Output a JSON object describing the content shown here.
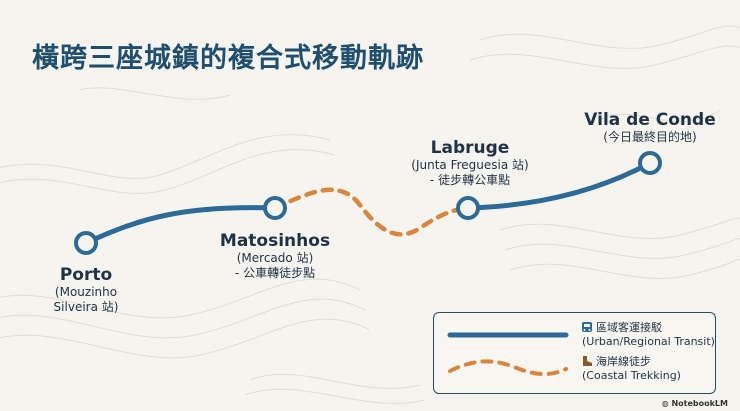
{
  "title": "橫跨三座城鎮的複合式移動軌跡",
  "stops": {
    "porto": {
      "name": "Porto",
      "line1": "(Mouzinho",
      "line2": "Silveira 站)"
    },
    "matosinhos": {
      "name": "Matosinhos",
      "line1": "(Mercado 站)",
      "line2": "- 公車轉徒步點"
    },
    "labruge": {
      "name": "Labruge",
      "line1": "(Junta Freguesia 站)",
      "line2": "- 徒步轉公車點"
    },
    "vila": {
      "name": "Vila de Conde",
      "line1": "(今日最終目的地)"
    }
  },
  "legend": {
    "transit_label": "區域客運接駁",
    "transit_sub": "(Urban/Regional Transit)",
    "trek_label": "海岸線徒步",
    "trek_sub": "(Coastal Trekking)"
  },
  "colors": {
    "transit": "#2D6A97",
    "trek": "#D9873F",
    "title": "#1F4E6E"
  },
  "brand": "NotebookLM"
}
